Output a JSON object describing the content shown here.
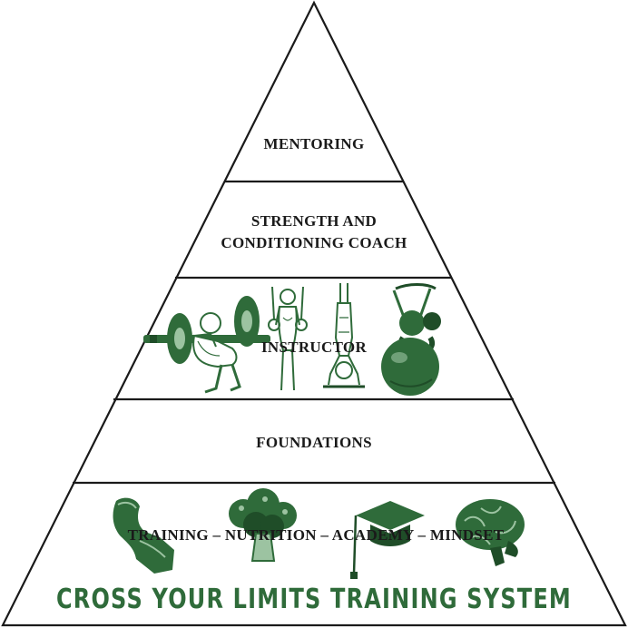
{
  "levels": [
    {
      "lines": [
        "MENTORING"
      ]
    },
    {
      "lines": [
        "STRENGTH AND",
        "CONDITIONING COACH"
      ]
    },
    {
      "lines": [
        "INSTRUCTOR"
      ]
    },
    {
      "lines": [
        "FOUNDATIONS"
      ]
    },
    {
      "lines": [
        "TRAINING – NUTRITION – ACADEMY – MINDSET"
      ]
    }
  ],
  "banner": "CROSS YOUR LIMITS TRAINING SYSTEM",
  "colors": {
    "outline": "#1a1a1a",
    "green": "#2f6b3a",
    "dark_green": "#1f4d28",
    "light_green": "#9cc3a1"
  },
  "illustrations": {
    "instructor_row": [
      "barbell-squat-icon",
      "ring-support-icon",
      "handstand-icon",
      "kettlebell-icon"
    ],
    "foundation_row": [
      "flexed-arm-icon",
      "broccoli-icon",
      "graduation-cap-icon",
      "brain-icon"
    ]
  }
}
